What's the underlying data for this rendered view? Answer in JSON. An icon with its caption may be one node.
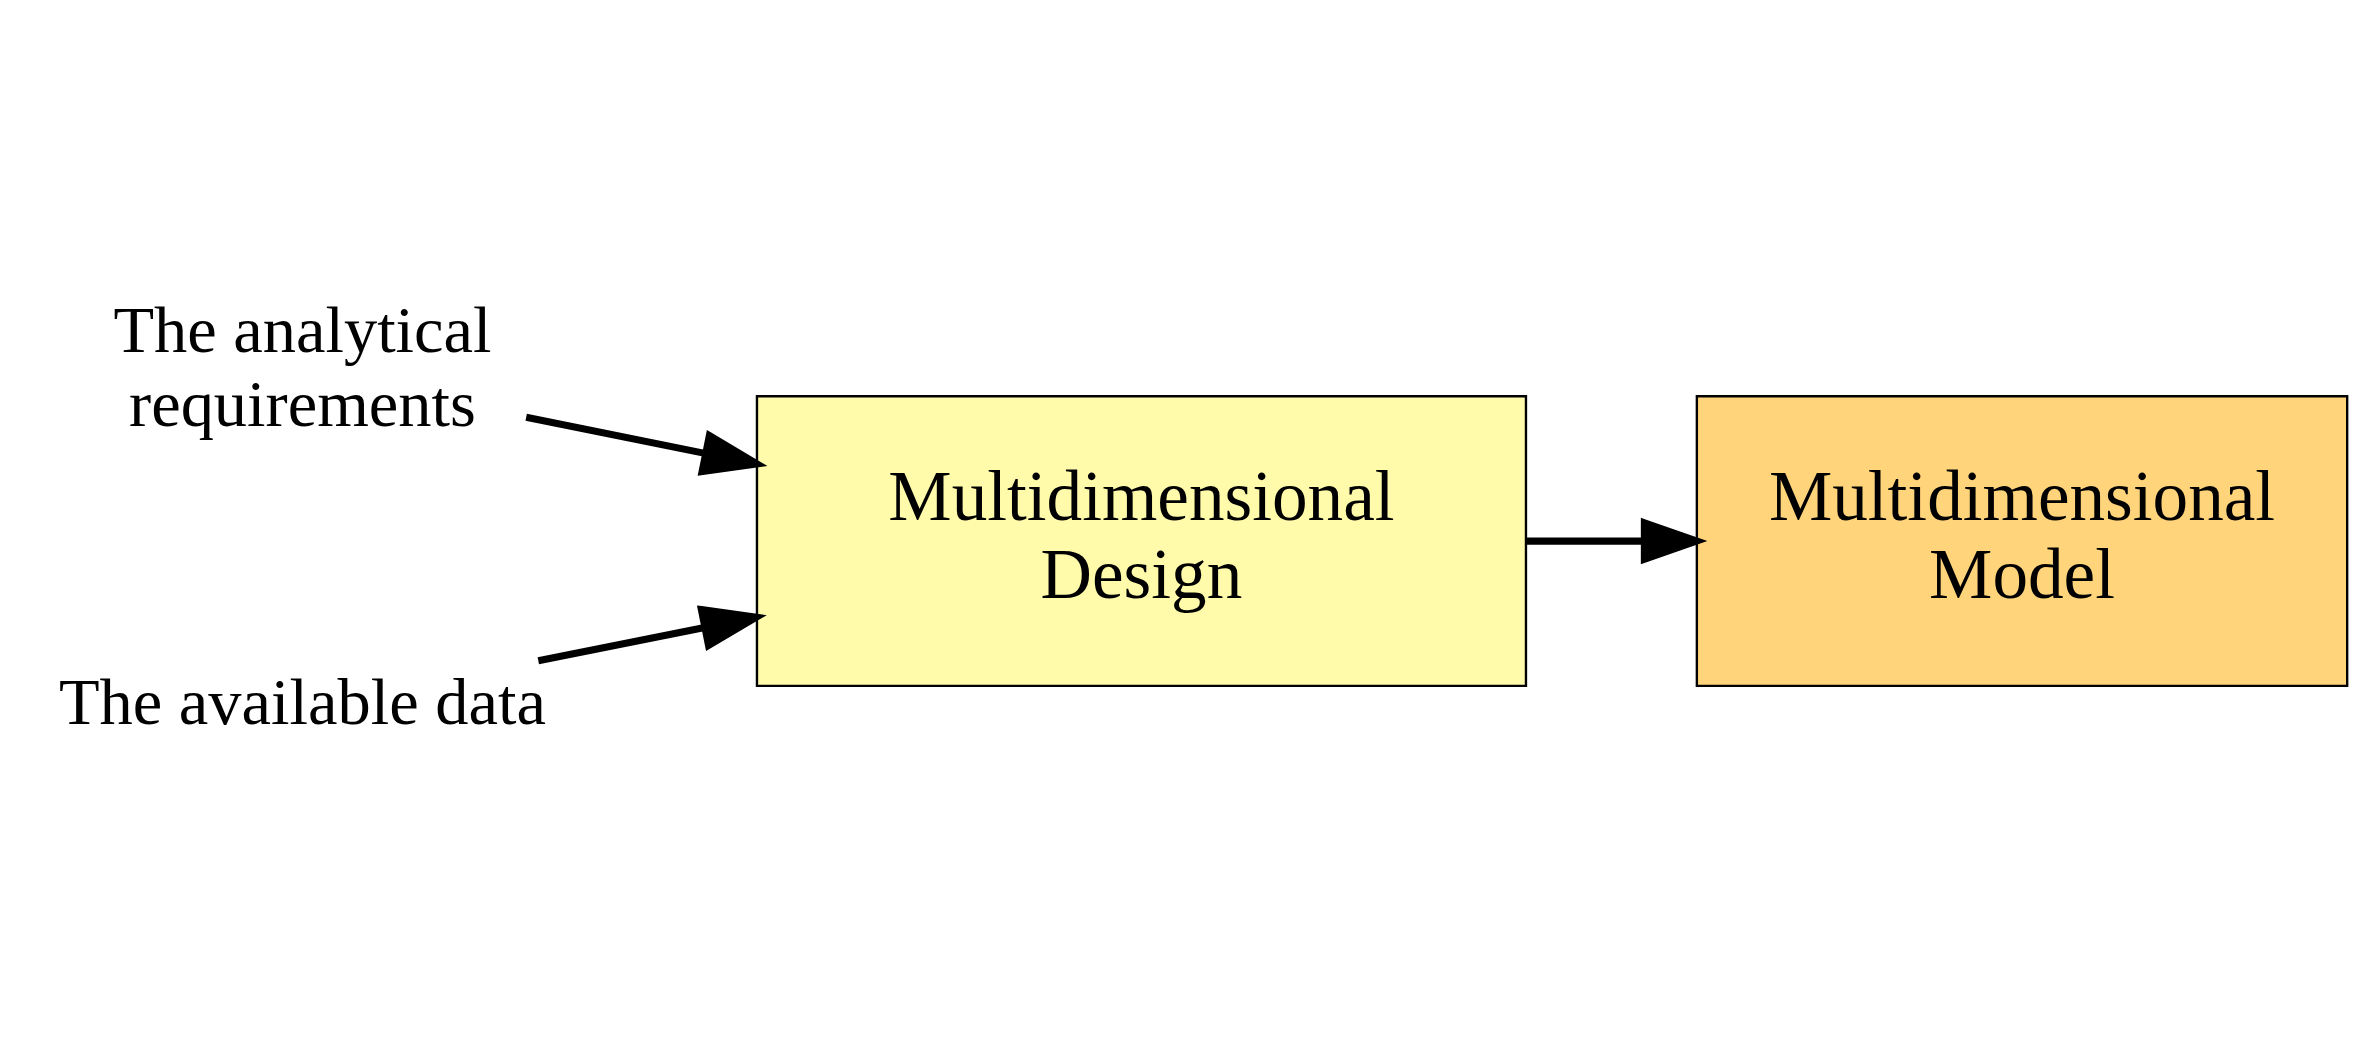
{
  "diagram": {
    "nodes": [
      {
        "text": [
          "The analytical requirements"
        ]
      },
      {
        "text": [
          "The available data"
        ]
      },
      {
        "text": [
          "Multidimensional Design"
        ]
      },
      {
        "text": [
          "Multidimensional Model"
        ]
      }
    ],
    "edges": [
      {
        "from": 0,
        "to": 2,
        "arrow": "to"
      },
      {
        "from": 1,
        "to": 2,
        "arrow": "to"
      },
      {
        "from": 2,
        "to": 3,
        "arrow": "to"
      }
    ]
  }
}
